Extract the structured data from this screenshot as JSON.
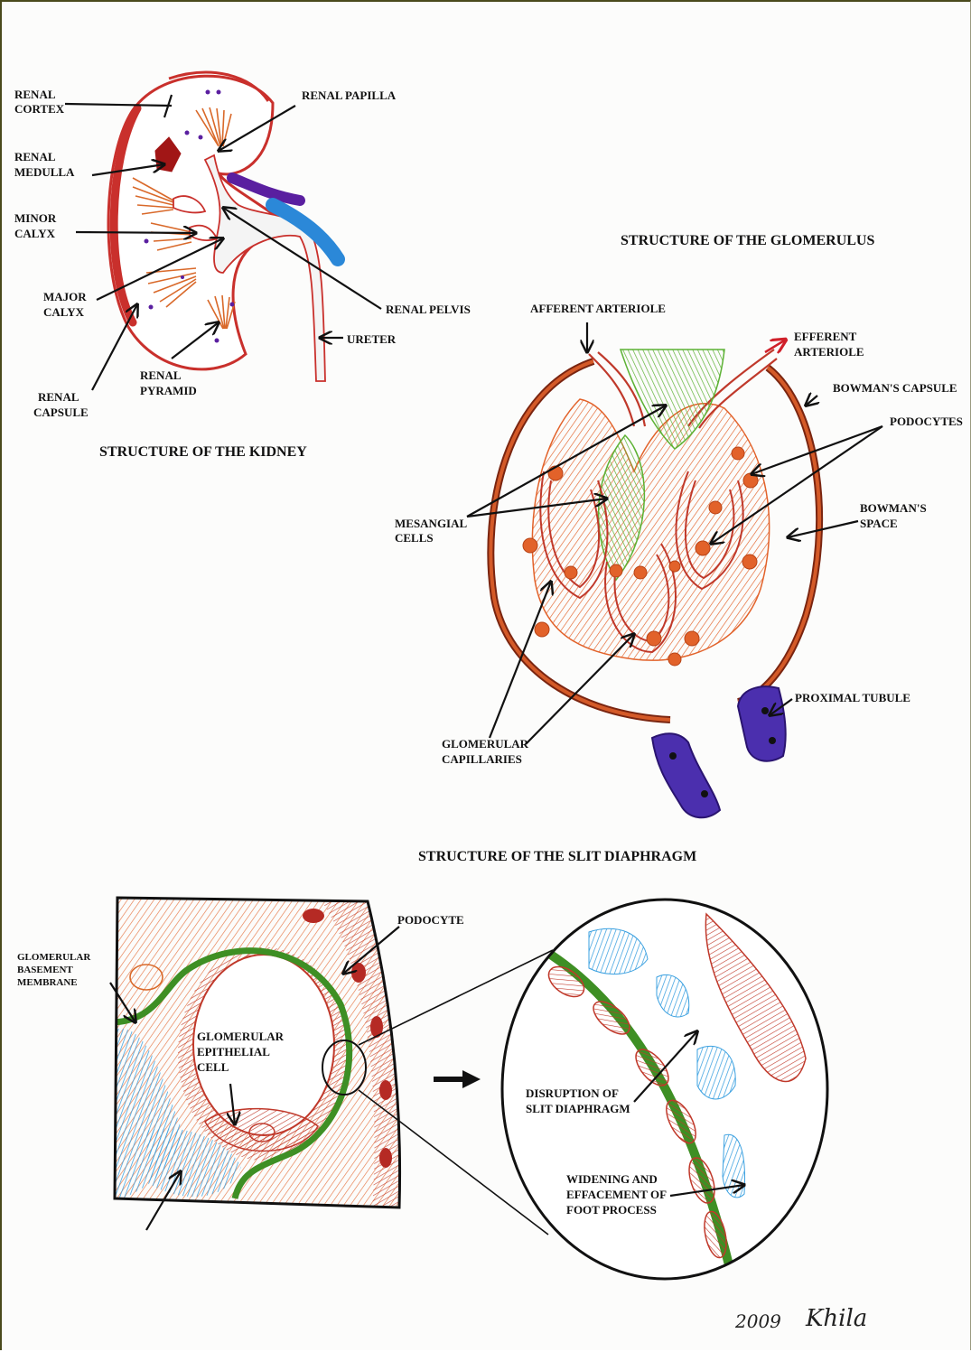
{
  "kidney": {
    "title": "STRUCTURE OF THE KIDNEY",
    "labels": {
      "renal_cortex": [
        "RENAL",
        "CORTEX"
      ],
      "renal_medulla": [
        "RENAL",
        "MEDULLA"
      ],
      "minor_calyx": [
        "MINOR",
        "CALYX"
      ],
      "major_calyx": [
        "MAJOR",
        "CALYX"
      ],
      "renal_capsule": [
        "RENAL",
        "CAPSULE"
      ],
      "renal_pyramid": [
        "RENAL",
        "PYRAMID"
      ],
      "renal_papilla": "RENAL PAPILLA",
      "renal_pelvis": "RENAL PELVIS",
      "ureter": "URETER"
    }
  },
  "glomerulus": {
    "title": "STRUCTURE OF THE GLOMERULUS",
    "labels": {
      "afferent_arteriole": "AFFERENT ARTERIOLE",
      "efferent_arteriole": [
        "EFFERENT",
        "ARTERIOLE"
      ],
      "bowmans_capsule": "BOWMAN'S CAPSULE",
      "podocytes": "PODOCYTES",
      "bowmans_space": [
        "BOWMAN'S",
        "SPACE"
      ],
      "mesangial_cells": [
        "MESANGIAL",
        "CELLS"
      ],
      "glomerular_capillaries": [
        "GLOMERULAR",
        "CAPILLARIES"
      ],
      "proximal_tubule": "PROXIMAL TUBULE"
    }
  },
  "slit_diaphragm": {
    "title": "STRUCTURE OF THE SLIT DIAPHRAGM",
    "labels": {
      "gbm": [
        "GLOMERULAR",
        "BASEMENT",
        "MEMBRANE"
      ],
      "podocyte": "PODOCYTE",
      "epithelial_cell": [
        "GLOMERULAR",
        "EPITHELIAL",
        "CELL"
      ],
      "disruption": [
        "DISRUPTION OF",
        "SLIT DIAPHRAGM"
      ],
      "widening": [
        "WIDENING AND",
        "EFFACEMENT OF",
        "FOOT PROCESS"
      ]
    }
  },
  "signature": {
    "year": "2009",
    "name": "Khila"
  },
  "colors": {
    "capsule_red": "#c9302c",
    "medulla_orange": "#d9692a",
    "capillary_red": "#c0392b",
    "podocyte_orange": "#e2622a",
    "mesangial_green": "#5db235",
    "gbm_green": "#3e8f24",
    "tubule_purple": "#4b2fae",
    "ureter_blue": "#2b88d8",
    "vein_purple": "#5a1fa0",
    "endothelial_blue": "#3aa0e0"
  }
}
